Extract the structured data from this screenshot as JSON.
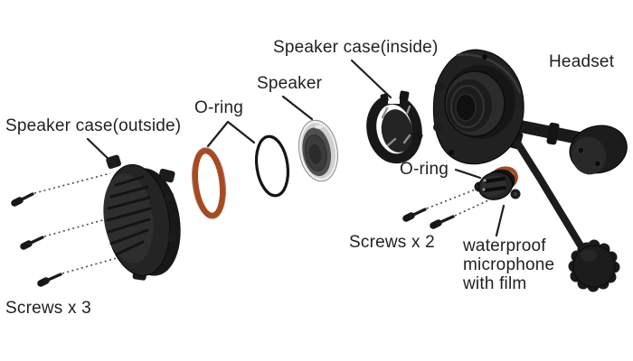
{
  "page": {
    "background": "#ffffff"
  },
  "colors": {
    "text": "#1f1f1f",
    "leader-line": "#1f1f1f",
    "dotted-line": "#4a4a4a",
    "part-dark": "#1e1e1e",
    "part-mid": "#2b2b2b",
    "orange-oring": "#a8491f",
    "speaker-silver": "#d6d6d6"
  },
  "labels": {
    "speaker_case_outside": "Speaker case(outside)",
    "o_ring_left": "O-ring",
    "speaker": "Speaker",
    "speaker_case_inside": "Speaker case(inside)",
    "headset": "Headset",
    "o_ring_right": "O-ring",
    "screws_x2": "Screws x 2",
    "screws_x3": "Screws x 3",
    "waterproof_mic": {
      "line1": "waterproof",
      "line2": "microphone",
      "line3": "with film"
    }
  },
  "parts": [
    {
      "id": "screws-left",
      "label": "Screws x 3",
      "count": 3
    },
    {
      "id": "speaker-case-outside",
      "label": "Speaker case(outside)"
    },
    {
      "id": "o-ring-large-orange",
      "label": "O-ring",
      "color": "#a8491f"
    },
    {
      "id": "o-ring-large-black",
      "label": "O-ring",
      "color": "#151515"
    },
    {
      "id": "speaker-driver",
      "label": "Speaker"
    },
    {
      "id": "speaker-case-inside",
      "label": "Speaker case(inside)"
    },
    {
      "id": "headset-body",
      "label": "Headset"
    },
    {
      "id": "o-ring-small-orange",
      "label": "O-ring",
      "color": "#a8491f"
    },
    {
      "id": "screws-right",
      "label": "Screws x 2",
      "count": 2
    },
    {
      "id": "waterproof-microphone",
      "label": "waterproof microphone with film"
    }
  ]
}
